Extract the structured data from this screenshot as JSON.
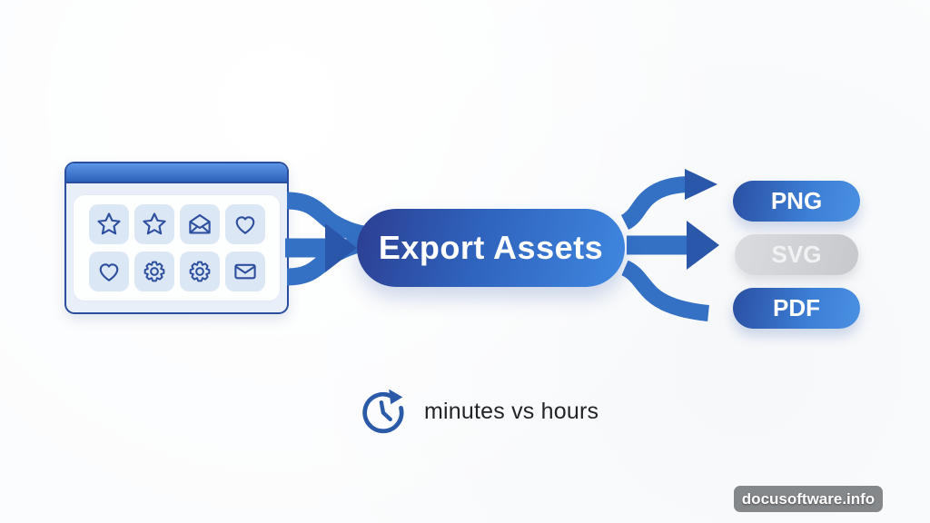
{
  "colors": {
    "accent_blue": "#2e63b5",
    "deep_blue": "#2b4d9e",
    "inactive_gray": "#c9cbcf",
    "background": "#fbfcfd"
  },
  "source_window": {
    "icon_grid": [
      "star",
      "star",
      "mail-open",
      "heart",
      "heart",
      "gear",
      "gear",
      "mail-closed"
    ]
  },
  "process": {
    "label": "Export Assets"
  },
  "outputs": [
    {
      "label": "PNG",
      "style": "blue"
    },
    {
      "label": "SVG",
      "style": "gray"
    },
    {
      "label": "PDF",
      "style": "blue"
    }
  ],
  "caption": {
    "icon": "clock-refresh-icon",
    "text": "minutes vs hours"
  },
  "watermark": {
    "text": "docusoftware.info"
  }
}
